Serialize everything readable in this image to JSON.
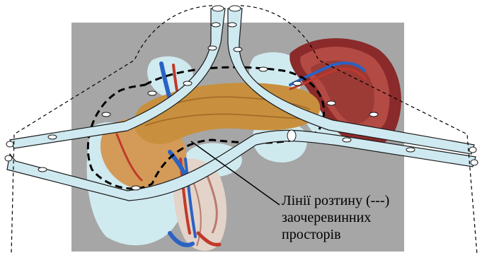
{
  "caption": {
    "line1": "Лінії розтину (---)",
    "line2": "заочеревинних",
    "line3": "просторів"
  },
  "colors": {
    "background_panel": "#a6a6a6",
    "drain_fill": "#cfe9f0",
    "drain_stroke": "#1a1a1a",
    "retroperitoneal_space": "#d2eef3",
    "pancreas": "#c8903e",
    "spleen": "#8b2a2a",
    "artery": "#c0392b",
    "vein": "#2a62c4",
    "cut_line": "#000000"
  }
}
